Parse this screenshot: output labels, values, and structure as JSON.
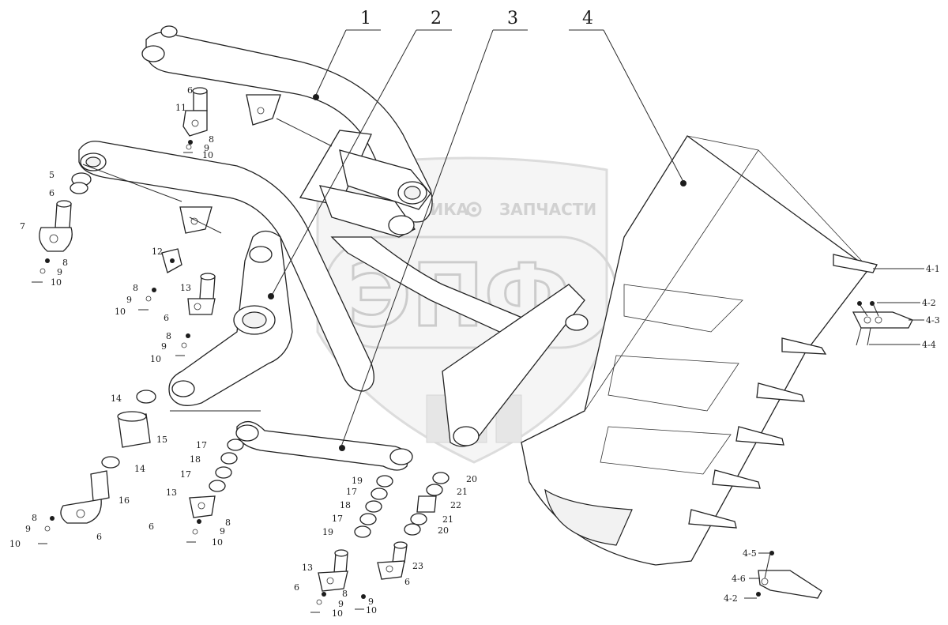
{
  "watermark": {
    "top_text_left": "ТЕХНИКА",
    "top_text_right": "ЗАПЧАСТИ",
    "logo_text": "ЭПФ",
    "gear_icon": "gear-icon"
  },
  "main_labels": [
    "1",
    "2",
    "3",
    "4"
  ],
  "callouts": {
    "c_6a": "6",
    "c_11": "11",
    "c_8a": "8",
    "c_9a": "9",
    "c_10a": "10",
    "c_5": "5",
    "c_6b": "6",
    "c_7": "7",
    "c_8b": "8",
    "c_9b": "9",
    "c_10b": "10",
    "c_12": "12",
    "c_8c": "8",
    "c_9c": "9",
    "c_10c": "10",
    "c_13a": "13",
    "c_6c": "6",
    "c_8d": "8",
    "c_9d": "9",
    "c_10d": "10",
    "c_14a": "14",
    "c_15": "15",
    "c_14b": "14",
    "c_16": "16",
    "c_8e": "8",
    "c_9e": "9",
    "c_10e": "10",
    "c_6d": "6",
    "c_17a": "17",
    "c_18a": "18",
    "c_17b": "17",
    "c_13b": "13",
    "c_6e": "6",
    "c_8f": "8",
    "c_9f": "9",
    "c_10f": "10",
    "c_19a": "19",
    "c_17c": "17",
    "c_18b": "18",
    "c_17d": "17",
    "c_19b": "19",
    "c_13c": "13",
    "c_6f": "6",
    "c_8g": "8",
    "c_9g": "9",
    "c_10g": "10",
    "c_20a": "20",
    "c_21a": "21",
    "c_22": "22",
    "c_21b": "21",
    "c_20b": "20",
    "c_23": "23",
    "c_6g": "6",
    "c_9h": "9",
    "c_10h": "10",
    "c_4_1": "4-1",
    "c_4_2a": "4-2",
    "c_4_3": "4-3",
    "c_4_4": "4-4",
    "c_4_5": "4-5",
    "c_4_6": "4-6",
    "c_4_2b": "4-2"
  }
}
